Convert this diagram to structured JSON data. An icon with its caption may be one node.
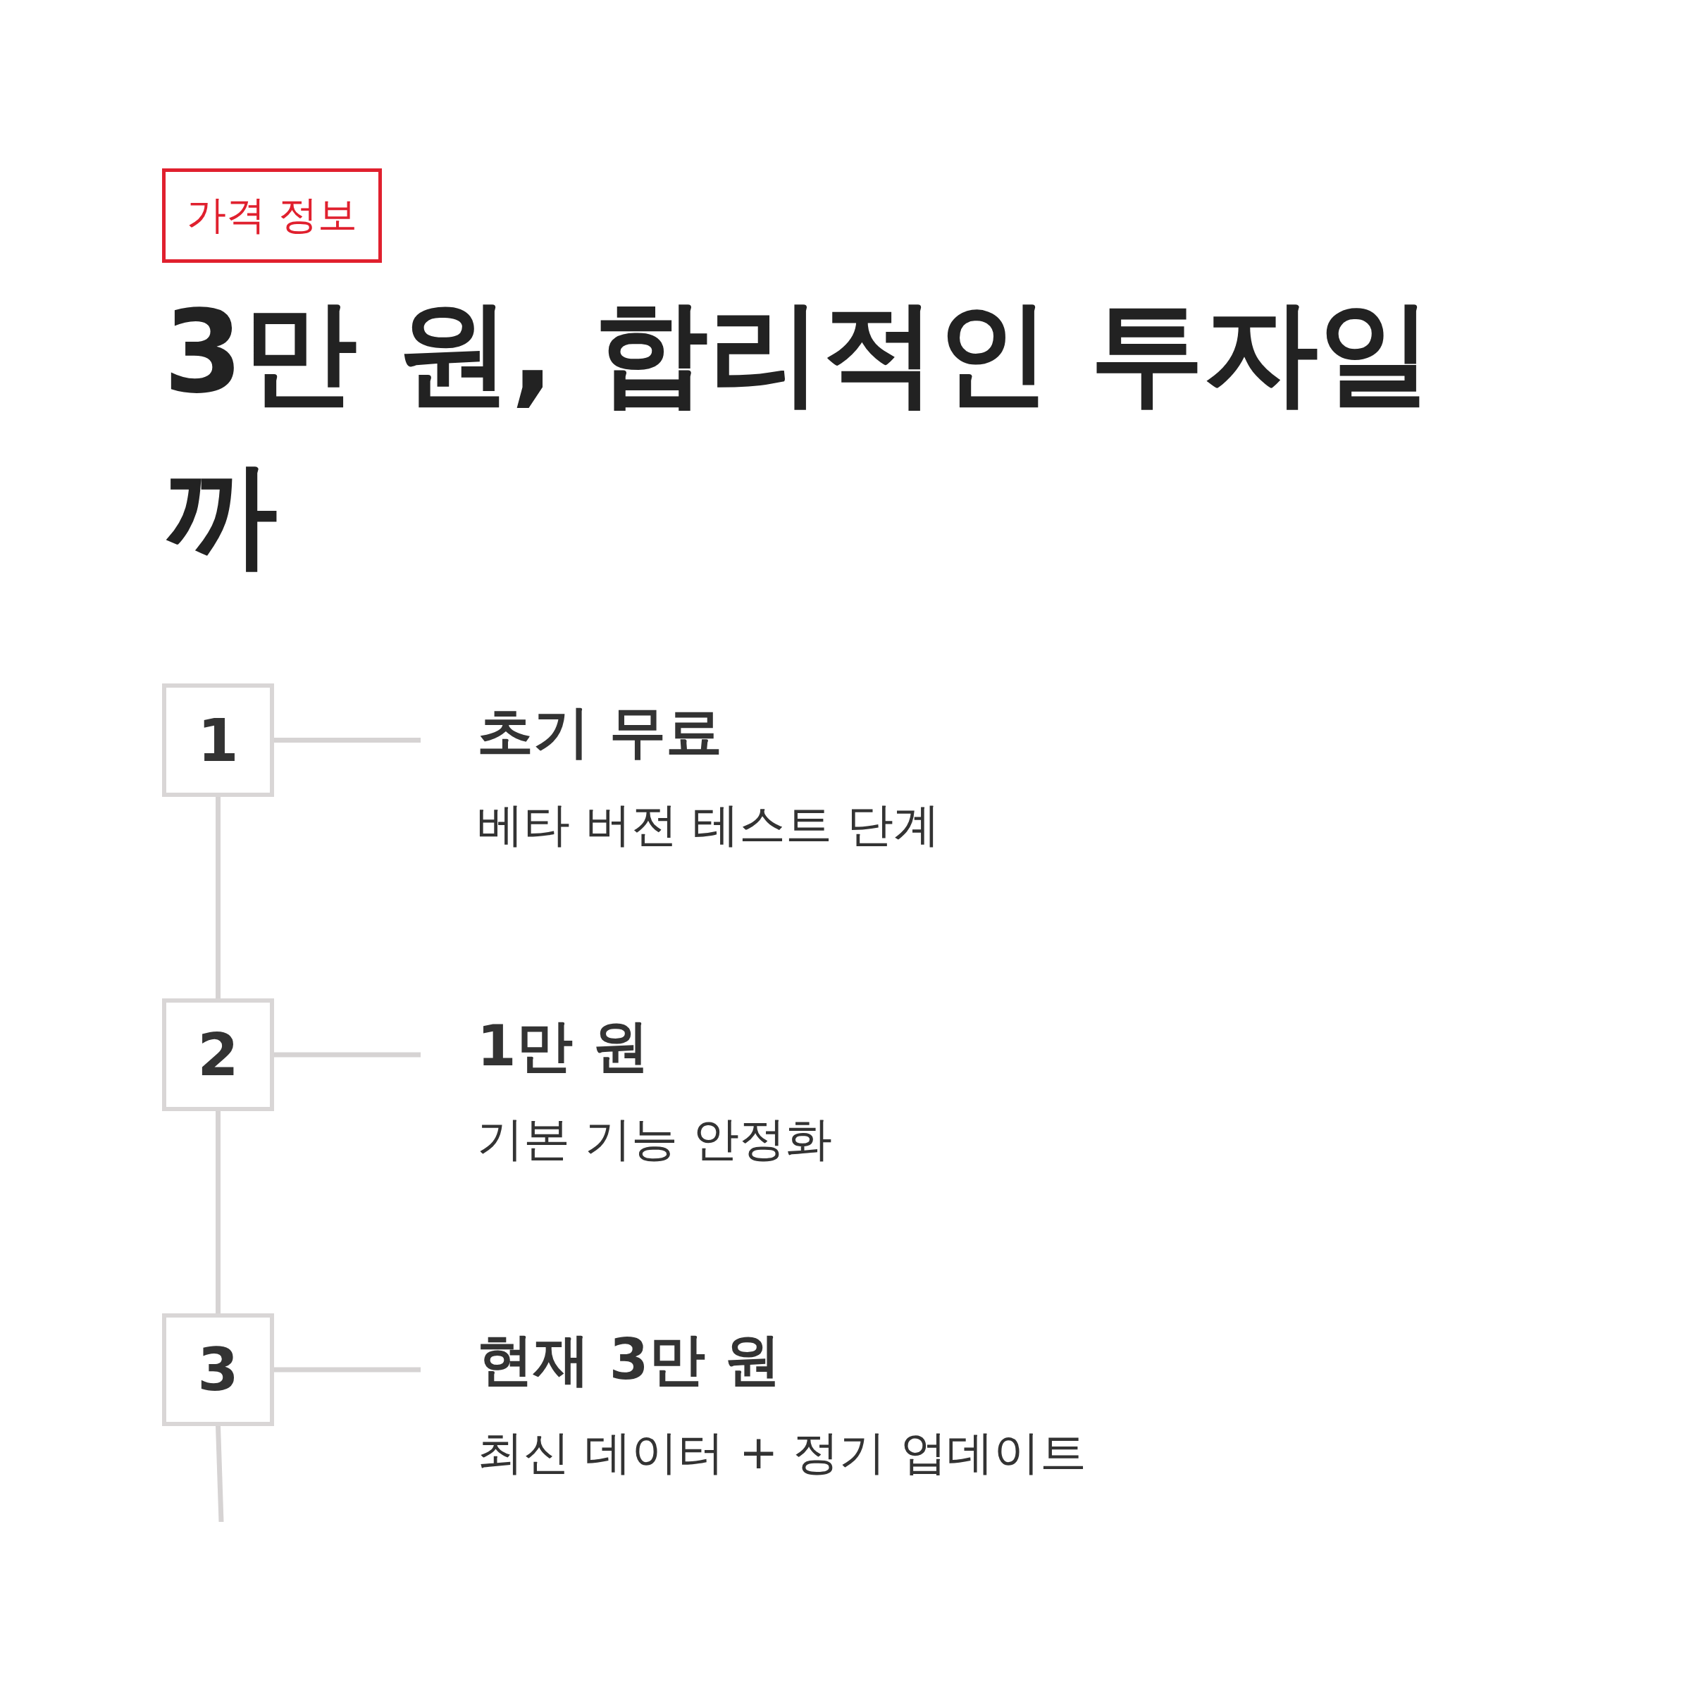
{
  "diagram": {
    "title": "3만 원, 합리적인 투자일까",
    "nodes": [
      {
        "text": [
          "가격 정보"
        ]
      },
      {
        "text": [
          "1"
        ]
      },
      {
        "text": [
          "초기 무료",
          "베타 버전 테스트 단계"
        ]
      },
      {
        "text": [
          "2"
        ]
      },
      {
        "text": [
          "1만 원",
          "기본 기능 안정화"
        ]
      },
      {
        "text": [
          "3"
        ]
      },
      {
        "text": [
          "현재 3만 원",
          "최신 데이터 + 정기 업데이트"
        ]
      }
    ],
    "edges": [
      {
        "from": 1,
        "to": 2,
        "arrow": "none"
      },
      {
        "from": 1,
        "to": 3,
        "arrow": "none"
      },
      {
        "from": 3,
        "to": 4,
        "arrow": "none"
      },
      {
        "from": 3,
        "to": 5,
        "arrow": "none"
      },
      {
        "from": 5,
        "to": 6,
        "arrow": "none"
      },
      {
        "from": 5,
        "to": null,
        "arrow": "none"
      }
    ]
  }
}
